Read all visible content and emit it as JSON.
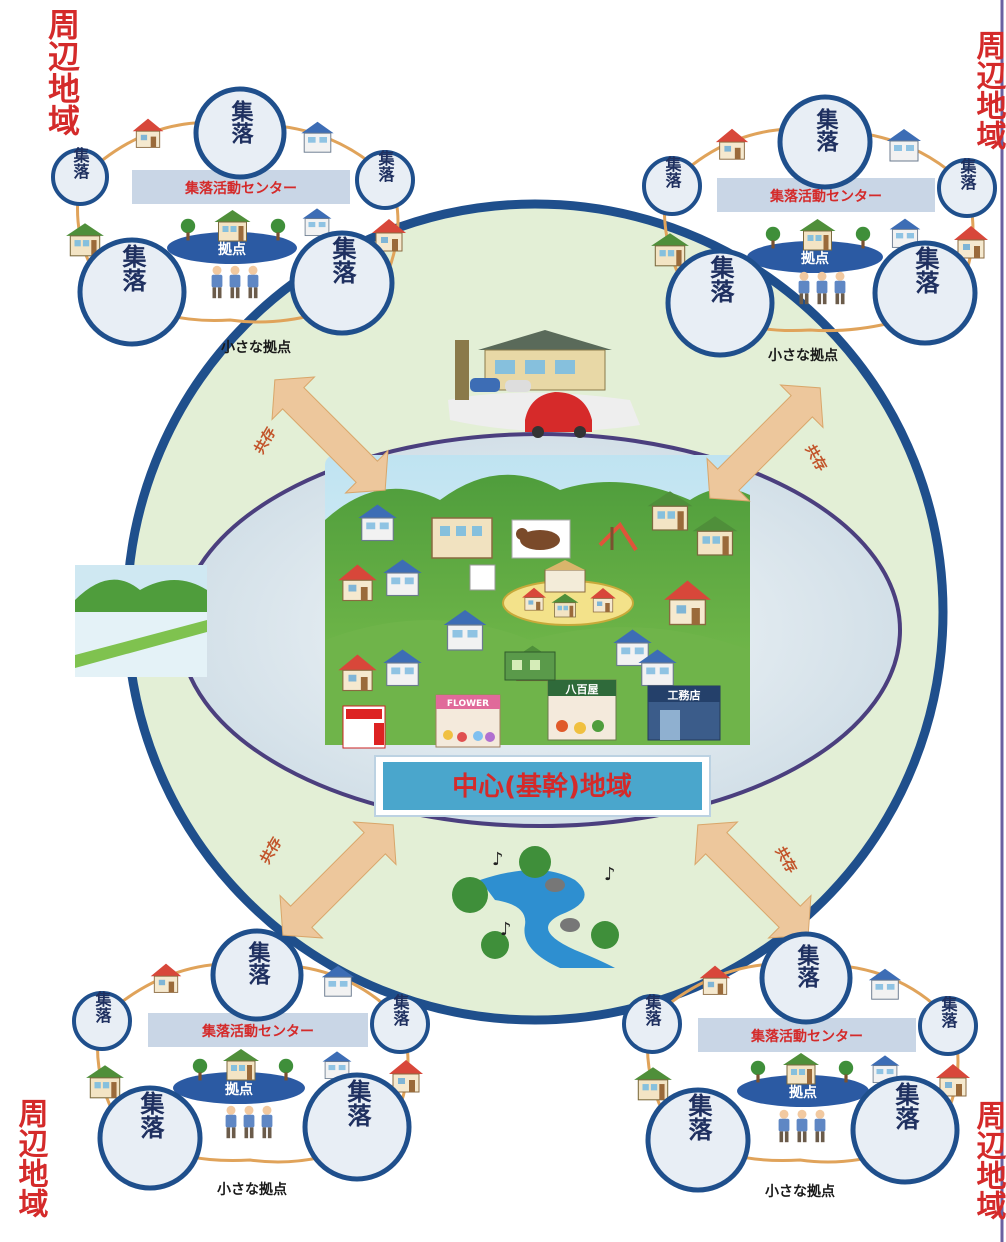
{
  "colors": {
    "outer_fill": "#e3efd6",
    "outer_ring": "#1f4f8c",
    "inner_fill": "#dfe9ef",
    "inner_ring": "#4b3f7e",
    "banner_fill": "#4aa6cc",
    "banner_text": "#d42a2a",
    "shukan_text": "#d42a2a",
    "settlement_ring": "#1f4f8c",
    "settlement_fill": "#e8eef5",
    "center_box": "#c9d6e6",
    "kyoten_fill": "#2b5aa3",
    "arrow_fill": "#edc79c",
    "arrow_text": "#c2542a",
    "connector": "#e0a35a",
    "border_right": "#6a5fa0"
  },
  "shuhen_label": "周辺地域",
  "center_banner": "中心(基幹)地域",
  "coexist_label": "共存",
  "clusters": [
    {
      "settlement_label": "集落",
      "center_label": "集落活動センター",
      "kyoten_label": "拠点",
      "caption": "小さな拠点"
    },
    {
      "settlement_label": "集落",
      "center_label": "集落活動センター",
      "kyoten_label": "拠点",
      "caption": "小さな拠点"
    },
    {
      "settlement_label": "集落",
      "center_label": "集落活動センター",
      "kyoten_label": "拠点",
      "caption": "小さな拠点"
    },
    {
      "settlement_label": "集落",
      "center_label": "集落活動センター",
      "kyoten_label": "拠点",
      "caption": "小さな拠点"
    }
  ],
  "town_signs": {
    "flower_shop": "FLOWER",
    "yaoya": "八百屋",
    "factory": "工務店"
  },
  "icons": [
    "house-icon",
    "car-icon",
    "store-icon",
    "cow-icon",
    "school-icon",
    "mailbox-icon",
    "farmer-icon",
    "rice-field-icon",
    "river-icon",
    "music-note-icon"
  ]
}
